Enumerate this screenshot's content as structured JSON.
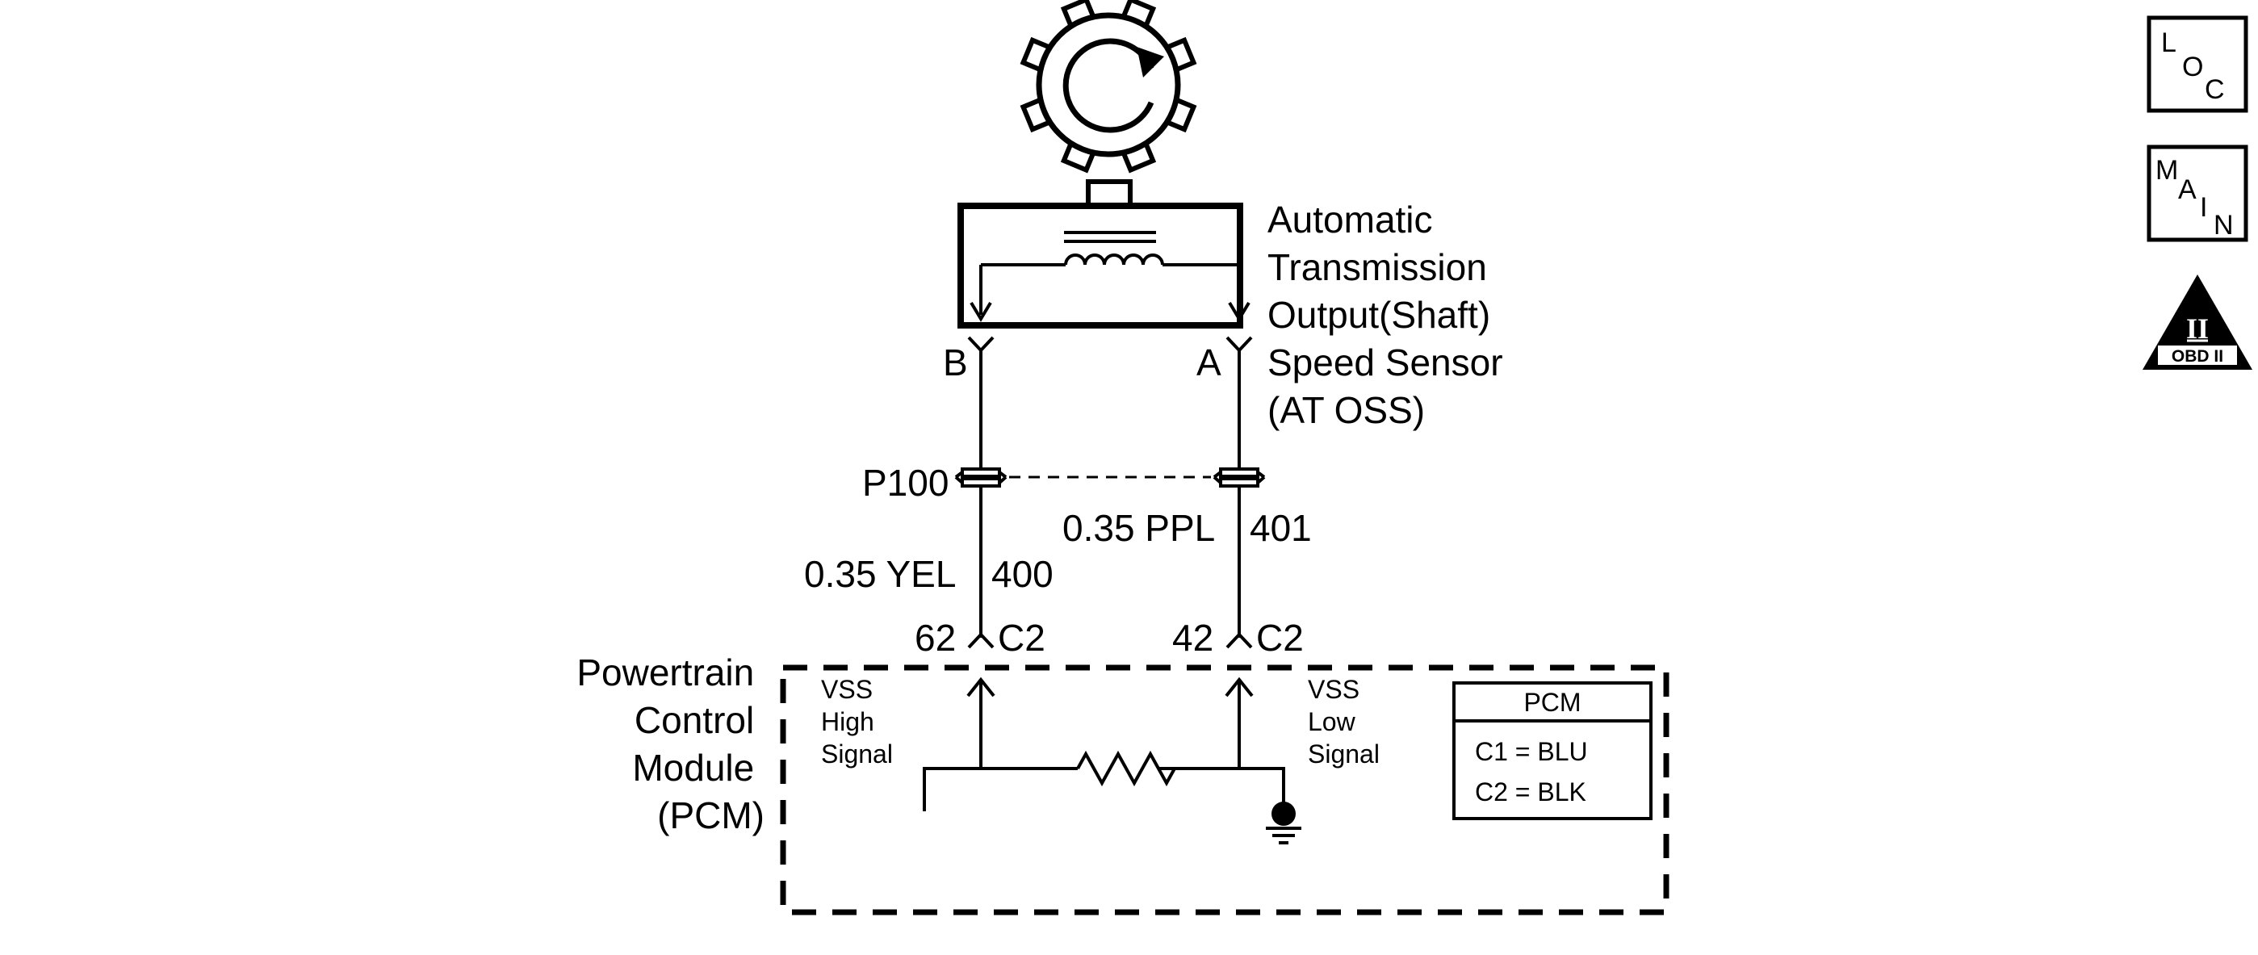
{
  "sensor": {
    "label_lines": [
      "Automatic",
      "Transmission",
      "Output(Shaft)",
      "Speed Sensor",
      "(AT OSS)"
    ],
    "pin_b": "B",
    "pin_a": "A"
  },
  "connector": {
    "name": "P100"
  },
  "wires": {
    "left": {
      "gauge_color": "0.35 YEL",
      "circuit": "400"
    },
    "right": {
      "gauge_color": "0.35 PPL",
      "circuit": "401"
    }
  },
  "pcm_pins": {
    "left": {
      "pin": "62",
      "connector": "C2"
    },
    "right": {
      "pin": "42",
      "connector": "C2"
    }
  },
  "pcm": {
    "label_lines": [
      "Powertrain",
      "Control",
      "Module",
      "(PCM)"
    ],
    "vss_high_lines": [
      "VSS",
      "High",
      "Signal"
    ],
    "vss_low_lines": [
      "VSS",
      "Low",
      "Signal"
    ],
    "legend": {
      "title": "PCM",
      "rows": [
        "C1 = BLU",
        "C2 = BLK"
      ]
    }
  },
  "icons": {
    "loc": [
      "L",
      "O",
      "C"
    ],
    "main": [
      "M",
      "A",
      "I",
      "N"
    ],
    "obd": {
      "roman": "II",
      "label": "OBD II"
    }
  }
}
